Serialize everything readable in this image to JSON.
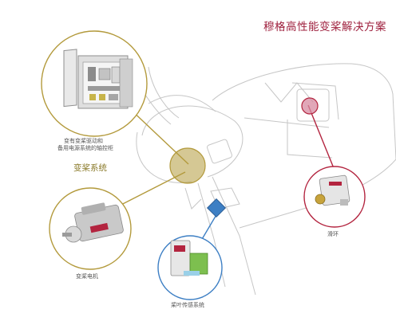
{
  "title": "穆格高性能变桨解决方案",
  "labels": {
    "cabinet_line1": "变有变桨驱动和",
    "cabinet_line2": "备用电源系统的轴控柜",
    "pitch_system": "变桨系统",
    "motor": "变桨电机",
    "slip_ring": "滑环",
    "blade_sensor": "桨叶传感系统"
  },
  "colors": {
    "title": "#9e1f3d",
    "gold": "#b39a3c",
    "blue": "#3d7fc4",
    "red": "#b3243f",
    "line": "#bdbdbd"
  },
  "icons": {
    "motor_badge": "red-brand-plate",
    "slip_ring_badge": "gold-connector"
  }
}
